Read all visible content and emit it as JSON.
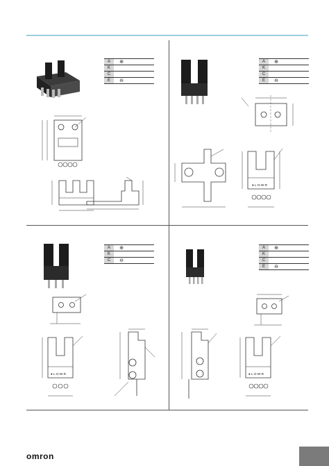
{
  "brand": {
    "logo": "omron"
  },
  "quadrants": [
    {
      "id": "q1",
      "pins": [
        {
          "sym": "A",
          "sign": "⊕"
        },
        {
          "sym": "K",
          "sign": ""
        },
        {
          "sym": "C",
          "sign": ""
        },
        {
          "sym": "E",
          "sign": "⊖"
        }
      ]
    },
    {
      "id": "q2",
      "pins": [
        {
          "sym": "A",
          "sign": "⊕"
        },
        {
          "sym": "K",
          "sign": ""
        },
        {
          "sym": "C",
          "sign": ""
        },
        {
          "sym": "E",
          "sign": "⊖"
        }
      ],
      "marking": "● L·O·W·R"
    },
    {
      "id": "q3",
      "pins": [
        {
          "sym": "A",
          "sign": "⊕"
        },
        {
          "sym": "K",
          "sign": ""
        },
        {
          "sym": "C",
          "sign": "⊖"
        }
      ],
      "marking": "● L·O·W·R"
    },
    {
      "id": "q4",
      "pins": [
        {
          "sym": "A",
          "sign": "⊕"
        },
        {
          "sym": "K",
          "sign": ""
        },
        {
          "sym": "C",
          "sign": ""
        },
        {
          "sym": "E",
          "sign": "⊖"
        }
      ],
      "marking": "● L·O·W·R"
    }
  ],
  "colors": {
    "accent_rule": "#9ccfe0",
    "footer_tab": "#7b7b7b",
    "table_header": "#d7d7d7"
  }
}
